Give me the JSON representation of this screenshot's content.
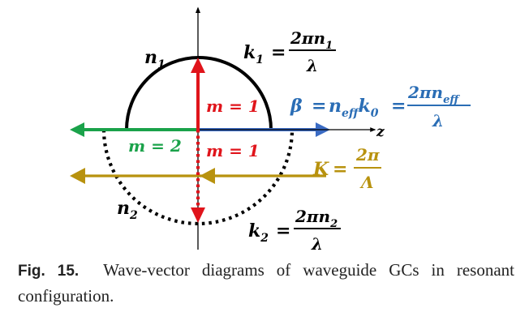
{
  "labels": {
    "z_axis": "z",
    "n1": "n",
    "n1_sub": "1",
    "n2": "n",
    "n2_sub": "2",
    "k1_lhs": "k",
    "k1_lhs_sub": "1",
    "k1_eq": "=",
    "k1_num": "2πn",
    "k1_num_sub": "1",
    "k1_den": "λ",
    "m_upper": "m = 1",
    "m_lower": "m = 1",
    "m_left": "m = 2",
    "beta_lhs": "β",
    "beta_eq1": "=",
    "beta_n": "n",
    "beta_n_sub": "eff",
    "beta_k": "k",
    "beta_k_sub": "0",
    "beta_eq2": "=",
    "beta_num": "2πn",
    "beta_num_sub": "eff",
    "beta_den": "λ",
    "K_lhs": "K",
    "K_eq": "=",
    "K_num": "2π",
    "K_den": "Λ",
    "k2_lhs": "k",
    "k2_lhs_sub": "2",
    "k2_eq": "=",
    "k2_num": "2πn",
    "k2_num_sub": "2",
    "k2_den": "λ"
  },
  "caption": {
    "label": "Fig. 15.",
    "text": "Wave-vector diagrams of waveguide GCs in resonant configuration."
  },
  "colors": {
    "black": "#000000",
    "red": "#e0141b",
    "blue": "#3a6bc4",
    "green": "#1aa24a",
    "gold": "#b8920e",
    "beta_text": "#2a6db5"
  }
}
